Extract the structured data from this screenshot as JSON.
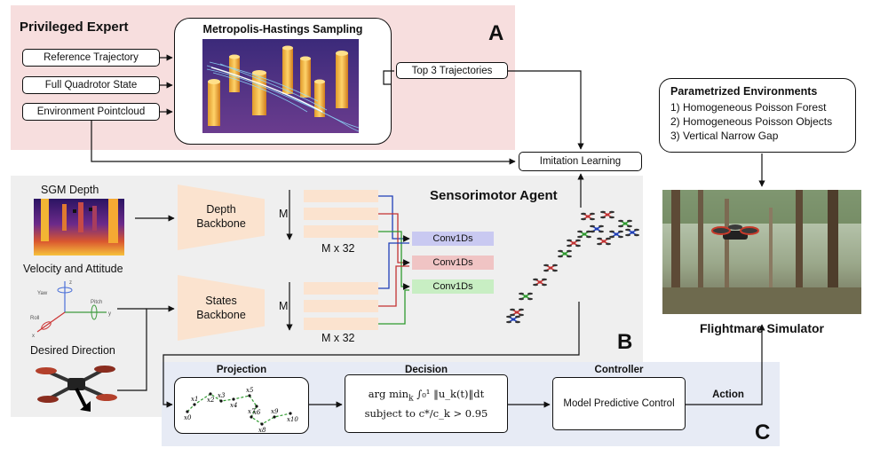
{
  "panel_a": {
    "letter": "A",
    "title": "Privileged Expert",
    "inputs": [
      "Reference Trajectory",
      "Full Quadrotor State",
      "Environment Pointcloud"
    ],
    "sampling_title": "Metropolis-Hastings Sampling",
    "top3": "Top 3 Trajectories"
  },
  "imitation_learning": "Imitation Learning",
  "panel_b": {
    "letter": "B",
    "title": "Sensorimotor Agent",
    "sgm_depth": "SGM Depth",
    "velocity_attitude": "Velocity and Attitude",
    "desired_direction": "Desired Direction",
    "depth_backbone_line1": "Depth",
    "depth_backbone_line2": "Backbone",
    "states_backbone_line1": "States",
    "states_backbone_line2": "Backbone",
    "m_label": "M",
    "mx32": "M x 32",
    "conv": [
      "Conv1Ds",
      "Conv1Ds",
      "Conv1Ds"
    ],
    "axis_labels": {
      "yaw": "Yaw",
      "pitch": "Pitch",
      "roll": "Roll",
      "x": "x",
      "y": "y",
      "z": "z"
    }
  },
  "environments": {
    "title": "Parametrized Environments",
    "items": [
      "1) Homogeneous Poisson Forest",
      "2) Homogeneous Poisson Objects",
      "3) Vertical Narrow Gap"
    ]
  },
  "simulator": "Flightmare Simulator",
  "panel_c": {
    "letter": "C",
    "projection": "Projection",
    "decision": "Decision",
    "controller": "Controller",
    "action": "Action",
    "mpc": "Model Predictive Control",
    "formula_line1_prefix": "arg min",
    "formula_line1_sub": "k",
    "formula_line1_body": "∫₀¹ ‖u_k(t)‖dt",
    "formula_line2": "subject to c*/c_k > 0.95",
    "points": [
      "x0",
      "x1",
      "x2",
      "x3",
      "x4",
      "x5",
      "x6",
      "x7",
      "x8",
      "x9",
      "x10"
    ]
  },
  "colors": {
    "panel_a_bg": "#f7dede",
    "panel_b_bg": "#efefef",
    "panel_c_bg": "#e7ebf5",
    "backbone": "#fbe3cf",
    "conv_blue": "#c9c9f1",
    "conv_red": "#f0c4c4",
    "conv_green": "#c8eec3"
  }
}
